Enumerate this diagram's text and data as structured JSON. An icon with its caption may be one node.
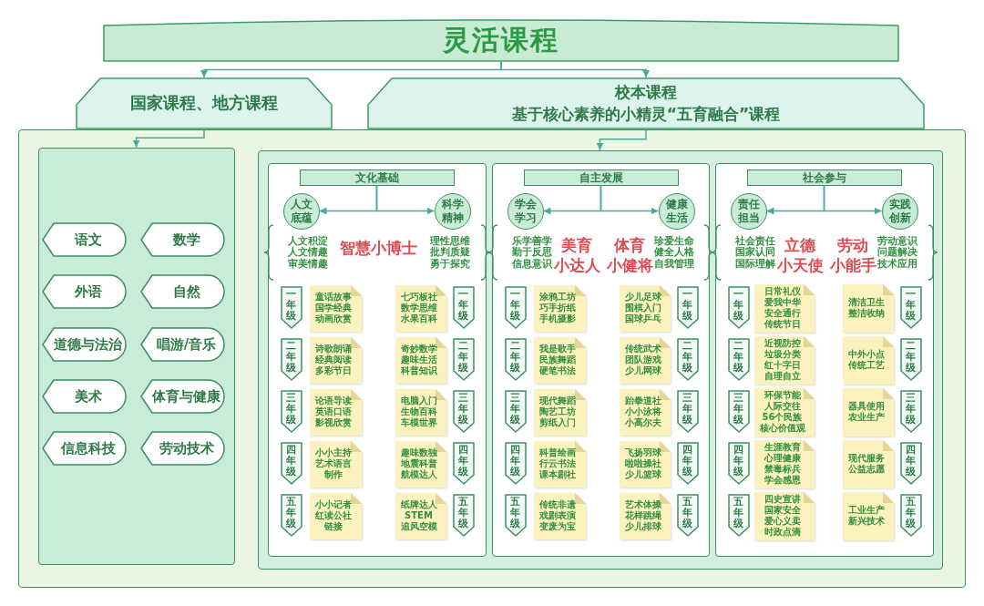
{
  "diagram": {
    "nodes": [
      {
        "text": [
          "灵活课程"
        ]
      },
      {
        "text": [
          "国家课程、地方课程"
        ]
      },
      {
        "text": [
          "校本课程",
          "基于核心素养的小精灵“五育融合”课程"
        ]
      },
      {
        "text": [],
        "shape": "box"
      },
      {
        "text": [],
        "shape": "box",
        "in": 3
      },
      {
        "text": [
          "语文"
        ],
        "in": 4
      },
      {
        "text": [
          "数学"
        ],
        "in": 4
      },
      {
        "text": [
          "外语"
        ],
        "in": 4
      },
      {
        "text": [
          "自然"
        ],
        "in": 4
      },
      {
        "text": [
          "道德与法治"
        ],
        "in": 4
      },
      {
        "text": [
          "唱游/音乐"
        ],
        "in": 4
      },
      {
        "text": [
          "美术"
        ],
        "in": 4
      },
      {
        "text": [
          "体育与健康"
        ],
        "in": 4
      },
      {
        "text": [
          "信息科技"
        ],
        "in": 4
      },
      {
        "text": [
          "劳动技术"
        ],
        "in": 4
      },
      {
        "text": [],
        "shape": "box",
        "in": 3
      },
      {
        "text": [],
        "shape": "box",
        "in": 15
      },
      {
        "text": [
          "文化基础"
        ],
        "in": 16
      },
      {
        "text": [
          "人文底蕴"
        ],
        "in": 16,
        "beside": [
          "人文积淀",
          "人文情趣",
          "审美情趣"
        ]
      },
      {
        "text": [
          "科学精神"
        ],
        "in": 16,
        "beside": [
          "理性思维",
          "批判质疑",
          "勇于探究"
        ]
      },
      {
        "text": [
          "一年级"
        ],
        "in": 16
      },
      {
        "text": [
          "童话故事",
          "国学经典",
          "动画欣赏"
        ],
        "in": 16
      },
      {
        "text": [
          "七巧板社",
          "数学思维",
          "水果百科"
        ],
        "in": 16
      },
      {
        "text": [
          "一年级"
        ],
        "in": 16
      },
      {
        "text": [
          "二年级"
        ],
        "in": 16
      },
      {
        "text": [
          "诗歌朗诵",
          "经典阅读",
          "多彩节日"
        ],
        "in": 16
      },
      {
        "text": [
          "奇妙数学",
          "趣味生活",
          "科普知识"
        ],
        "in": 16
      },
      {
        "text": [
          "二年级"
        ],
        "in": 16
      },
      {
        "text": [
          "三年级"
        ],
        "in": 16
      },
      {
        "text": [
          "论语导读",
          "英语口语",
          "影视欣赏"
        ],
        "in": 16
      },
      {
        "text": [
          "电脑入门",
          "生物百科",
          "车模世界"
        ],
        "in": 16
      },
      {
        "text": [
          "三年级"
        ],
        "in": 16
      },
      {
        "text": [
          "四年级"
        ],
        "in": 16
      },
      {
        "text": [
          "小小主持",
          "艺术语言",
          "制作"
        ],
        "in": 16
      },
      {
        "text": [
          "趣味数独",
          "地震科普",
          "航模达人"
        ],
        "in": 16
      },
      {
        "text": [
          "四年级"
        ],
        "in": 16
      },
      {
        "text": [
          "五年级"
        ],
        "in": 16
      },
      {
        "text": [
          "小小记者",
          "红读公社",
          "链接"
        ],
        "in": 16
      },
      {
        "text": [
          "纸牌达人",
          "STEM",
          "追风空模"
        ],
        "in": 16
      },
      {
        "text": [
          "五年级"
        ],
        "in": 16
      },
      {
        "text": [],
        "shape": "box",
        "in": 15
      },
      {
        "text": [
          "自主发展"
        ],
        "in": 40
      },
      {
        "text": [
          "学会学习"
        ],
        "in": 40,
        "beside": [
          "乐学善学",
          "勤于反思",
          "信息意识"
        ]
      },
      {
        "text": [
          "健康生活"
        ],
        "in": 40,
        "beside": [
          "珍爱生命",
          "健全人格",
          "自我管理"
        ]
      },
      {
        "text": [
          "一年级"
        ],
        "in": 40
      },
      {
        "text": [
          "涂鸦工坊",
          "巧手折纸",
          "手机摄影"
        ],
        "in": 40
      },
      {
        "text": [
          "少儿足球",
          "围棋入门",
          "国球乒乓"
        ],
        "in": 40
      },
      {
        "text": [
          "一年级"
        ],
        "in": 40
      },
      {
        "text": [
          "二年级"
        ],
        "in": 40
      },
      {
        "text": [
          "我是歌手",
          "民族舞蹈",
          "硬笔书法"
        ],
        "in": 40
      },
      {
        "text": [
          "传统武术",
          "团队游戏",
          "少儿网球"
        ],
        "in": 40
      },
      {
        "text": [
          "二年级"
        ],
        "in": 40
      },
      {
        "text": [
          "三年级"
        ],
        "in": 40
      },
      {
        "text": [
          "现代舞蹈",
          "陶艺工坊",
          "剪纸入门"
        ],
        "in": 40
      },
      {
        "text": [
          "跆拳道社",
          "小小泳将",
          "小高尔夫"
        ],
        "in": 40
      },
      {
        "text": [
          "三年级"
        ],
        "in": 40
      },
      {
        "text": [
          "四年级"
        ],
        "in": 40
      },
      {
        "text": [
          "科普绘画",
          "行云书法",
          "课本剧社"
        ],
        "in": 40
      },
      {
        "text": [
          "飞扬羽球",
          "啦啦操社",
          "少儿篮球"
        ],
        "in": 40
      },
      {
        "text": [
          "四年级"
        ],
        "in": 40
      },
      {
        "text": [
          "五年级"
        ],
        "in": 40
      },
      {
        "text": [
          "传统非遗",
          "戏剧表演",
          "变废为宝"
        ],
        "in": 40
      },
      {
        "text": [
          "艺术体操",
          "花样跳绳",
          "少儿排球"
        ],
        "in": 40
      },
      {
        "text": [
          "五年级"
        ],
        "in": 40
      },
      {
        "text": [],
        "shape": "box",
        "in": 15
      },
      {
        "text": [
          "社会参与"
        ],
        "in": 64
      },
      {
        "text": [
          "责任担当"
        ],
        "in": 64,
        "beside": [
          "社会责任",
          "国家认同",
          "国际理解"
        ]
      },
      {
        "text": [
          "实践创新"
        ],
        "in": 64,
        "beside": [
          "劳动意识",
          "问题解决",
          "技术应用"
        ]
      },
      {
        "text": [
          "一年级"
        ],
        "in": 64
      },
      {
        "text": [
          "日常礼仪",
          "爱我中华",
          "安全通行",
          "传统节日"
        ],
        "in": 64
      },
      {
        "text": [
          "清洁卫生",
          "整洁收纳"
        ],
        "in": 64
      },
      {
        "text": [
          "一年级"
        ],
        "in": 64
      },
      {
        "text": [
          "二年级"
        ],
        "in": 64
      },
      {
        "text": [
          "近视防控",
          "垃圾分类",
          "红十字日",
          "自理自立"
        ],
        "in": 64
      },
      {
        "text": [
          "中外小点",
          "传统工艺"
        ],
        "in": 64
      },
      {
        "text": [
          "二年级"
        ],
        "in": 64
      },
      {
        "text": [
          "三年级"
        ],
        "in": 64
      },
      {
        "text": [
          "环保节能",
          "人际交往",
          "56个民族",
          "核心价值观"
        ],
        "in": 64
      },
      {
        "text": [
          "器具使用",
          "农业生产"
        ],
        "in": 64
      },
      {
        "text": [
          "三年级"
        ],
        "in": 64
      },
      {
        "text": [
          "四年级"
        ],
        "in": 64
      },
      {
        "text": [
          "生涯教育",
          "心理健康",
          "禁毒标兵",
          "学会感恩"
        ],
        "in": 64
      },
      {
        "text": [
          "现代服务",
          "公益志愿"
        ],
        "in": 64
      },
      {
        "text": [
          "四年级"
        ],
        "in": 64
      },
      {
        "text": [
          "五年级"
        ],
        "in": 64
      },
      {
        "text": [
          "四史宣讲",
          "国家安全",
          "爱心义卖",
          "时政点滴"
        ],
        "in": 64
      },
      {
        "text": [
          "工业生产",
          "新兴技术"
        ],
        "in": 64
      },
      {
        "text": [
          "五年级"
        ],
        "in": 64
      }
    ],
    "edges": [
      {
        "from": 0,
        "to": 1,
        "arrow": "to"
      },
      {
        "from": 0,
        "to": 2,
        "arrow": "to"
      },
      {
        "from": 1,
        "to": 4,
        "arrow": "to"
      },
      {
        "from": 2,
        "to": 15,
        "arrow": "to"
      },
      {
        "from": 17,
        "to": 18,
        "arrow": "to"
      },
      {
        "from": 17,
        "to": 19,
        "arrow": "to"
      },
      {
        "from": 41,
        "to": 42,
        "arrow": "to"
      },
      {
        "from": 41,
        "to": 43,
        "arrow": "to"
      },
      {
        "from": 65,
        "to": 66,
        "arrow": "to"
      },
      {
        "from": 65,
        "to": 67,
        "arrow": "to"
      }
    ],
    "labels": [
      "智慧小博士",
      "美育小达人",
      "体育小健将",
      "立德小天使",
      "劳动小能手"
    ]
  }
}
